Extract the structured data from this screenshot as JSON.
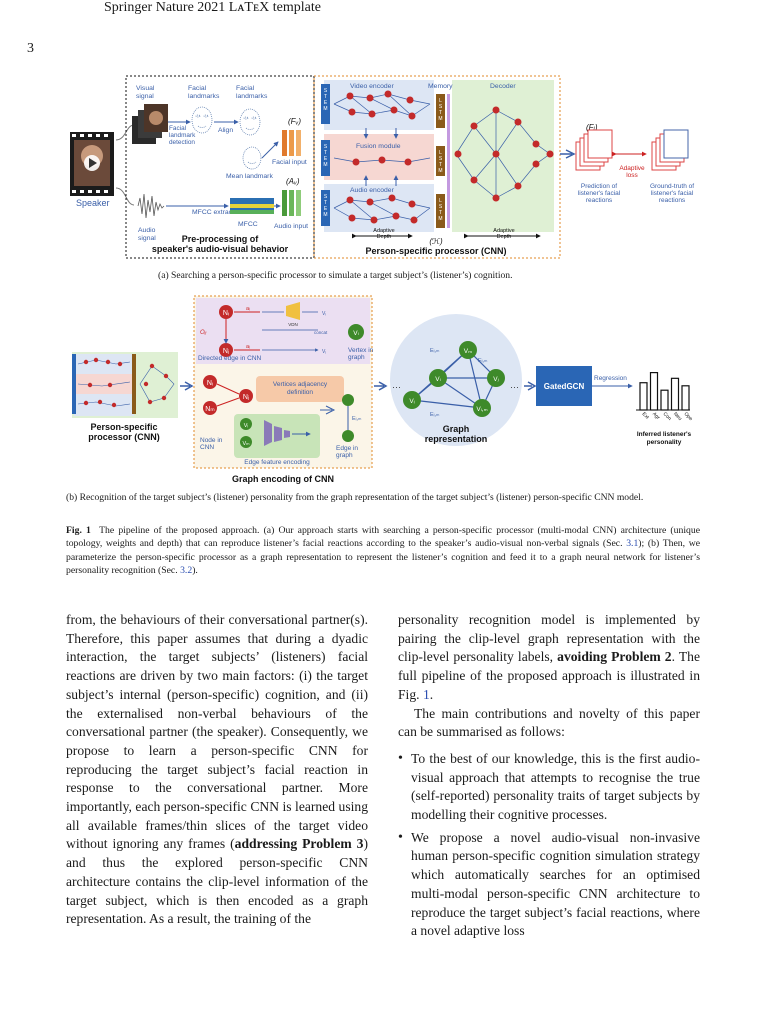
{
  "header": {
    "title": "Springer Nature 2021 LᴀTᴇX template",
    "page_number": "3"
  },
  "figure": {
    "a": {
      "speaker": "Speaker",
      "visual_signal": [
        "Visual",
        "signal"
      ],
      "audio_signal": [
        "Audio",
        "signal"
      ],
      "facial_landmarks_1": [
        "Facial",
        "landmarks"
      ],
      "facial_landmarks_2": [
        "Facial",
        "landmarks"
      ],
      "facial_landmark_detection": [
        "Facial",
        "landmark",
        "detection"
      ],
      "align": "Align",
      "mean_landmark": "Mean landmark",
      "mfcc_extraction": "MFCC extraction",
      "mfcc": "MFCC",
      "facial_input": "Facial input",
      "audio_input": "Audio input",
      "fv": "(Fᵥ)",
      "av": "(Aᵥ)",
      "preprocessing_title": [
        "Pre-processing of",
        "speaker's audio-visual behavior"
      ],
      "video_encoder": "Video encoder",
      "fusion_module": "Fusion module",
      "audio_encoder": "Audio encoder",
      "memory": "Memory",
      "decoder": "Decoder",
      "stem": "STEM",
      "lstm": "LSTM",
      "adaptive_depth": [
        "Adaptive",
        "Depth"
      ],
      "h": "(ℋ)",
      "processor_title": "Person-specific processor (CNN)",
      "fl": "(Fₗ)",
      "adaptive_loss": [
        "Adaptive",
        "loss"
      ],
      "prediction": [
        "Prediction of",
        "listener's facial",
        "reactions"
      ],
      "ground_truth": [
        "Ground-truth of",
        "listener's facial",
        "reactions"
      ]
    },
    "caption_a": "(a) Searching a person-specific processor to simulate a target subject’s (listener’s) cognition.",
    "b": {
      "person_specific": [
        "Person-specific",
        "processor (CNN)"
      ],
      "directed_edge": "Directed edge in CNN",
      "vertex_in_graph": [
        "Vertex in",
        "graph"
      ],
      "node_in_cnn": [
        "Node in",
        "CNN"
      ],
      "vertices_adj": [
        "Vertices adjacency",
        "definition"
      ],
      "edge_feature_encoding": "Edge feature encoding",
      "edge_in_graph": [
        "Edge in",
        "graph"
      ],
      "graph_encoding": "Graph encoding of CNN",
      "graph_representation": [
        "Graph",
        "representation"
      ],
      "gatedgcn": "GatedGCN",
      "regression": "Regression",
      "traits": [
        "Ext",
        "Agr",
        "Con",
        "Neu",
        "Ope"
      ],
      "trait_values": [
        0.62,
        0.85,
        0.45,
        0.72,
        0.55
      ],
      "inferred": [
        "Inferred listener's",
        "personality"
      ],
      "ni": "Nᵢ",
      "nj": "Nⱼ",
      "nm": "Nₘ",
      "vl": "Vₗ",
      "vi": "Vᵢ",
      "vj": "Vⱼ",
      "vm": "Vₘ",
      "vdn": "Vₗ,ₘ",
      "oij": "Oᵢⱼ",
      "ai": "aᵢ",
      "aj": "aⱼ",
      "edge_label": "Eᵢ,ₘ",
      "vdn_small": "VDN",
      "concat": "concat"
    },
    "caption_b": "(b) Recognition of the target subject’s (listener) personality from the graph representation of the target subject’s (listener) person-specific CNN model."
  },
  "fig_caption": {
    "label": "Fig. 1",
    "text": "The pipeline of the proposed approach. (a) Our approach starts with searching a person-specific processor (multi-modal CNN) architecture (unique topology, weights and depth) that can reproduce listener’s facial reactions according to the speaker’s audio-visual non-verbal signals (Sec. ",
    "ref1": "3.1",
    "text2": "); (b) Then, we parameterize the person-specific processor as a graph representation to represent the listener’s cognition and feed it to a graph neural network for listener’s personality recognition (Sec. ",
    "ref2": "3.2",
    "text3": ")."
  },
  "left_column": {
    "t1": "from, the behaviours of their conversational partner(s). Therefore, this paper assumes that during a dyadic interaction, the target subjects’ (listeners) facial reactions are driven by two main factors: (i) the target subject’s internal (person-specific) cognition, and (ii) the externalised non-verbal behaviours of the conversational partner (the speaker). Consequently, we propose to learn a person-specific CNN for reproducing the target subject’s facial reaction in response to the conversational partner. More importantly, each person-specific CNN is learned using all available frames/thin slices of the target video without ignoring any frames (",
    "b1": "addressing Problem 3",
    "t2": ") and thus the explored person-specific CNN architecture contains the clip-level information of the target subject, which is then encoded as a graph representation. As a result, the training of the"
  },
  "right_column": {
    "p1a": "personality recognition model is implemented by pairing the clip-level graph representation with the clip-level personality labels, ",
    "p1b": "avoiding Problem 2",
    "p1c": ". The full pipeline of the proposed approach is illustrated in Fig. ",
    "p1ref": "1",
    "p1d": ".",
    "p2": "The main contributions and novelty of this paper can be summarised as follows:",
    "bullets": [
      "To the best of our knowledge, this is the first audio-visual approach that attempts to recognise the true (self-reported) personality traits of target subjects by modelling their cognitive processes.",
      "We propose a novel audio-visual non-invasive human person-specific cognition simulation strategy which automatically searches for an optimised multi-modal person-specific CNN architecture to reproduce the target subject’s facial reactions, where a novel adaptive loss"
    ]
  }
}
